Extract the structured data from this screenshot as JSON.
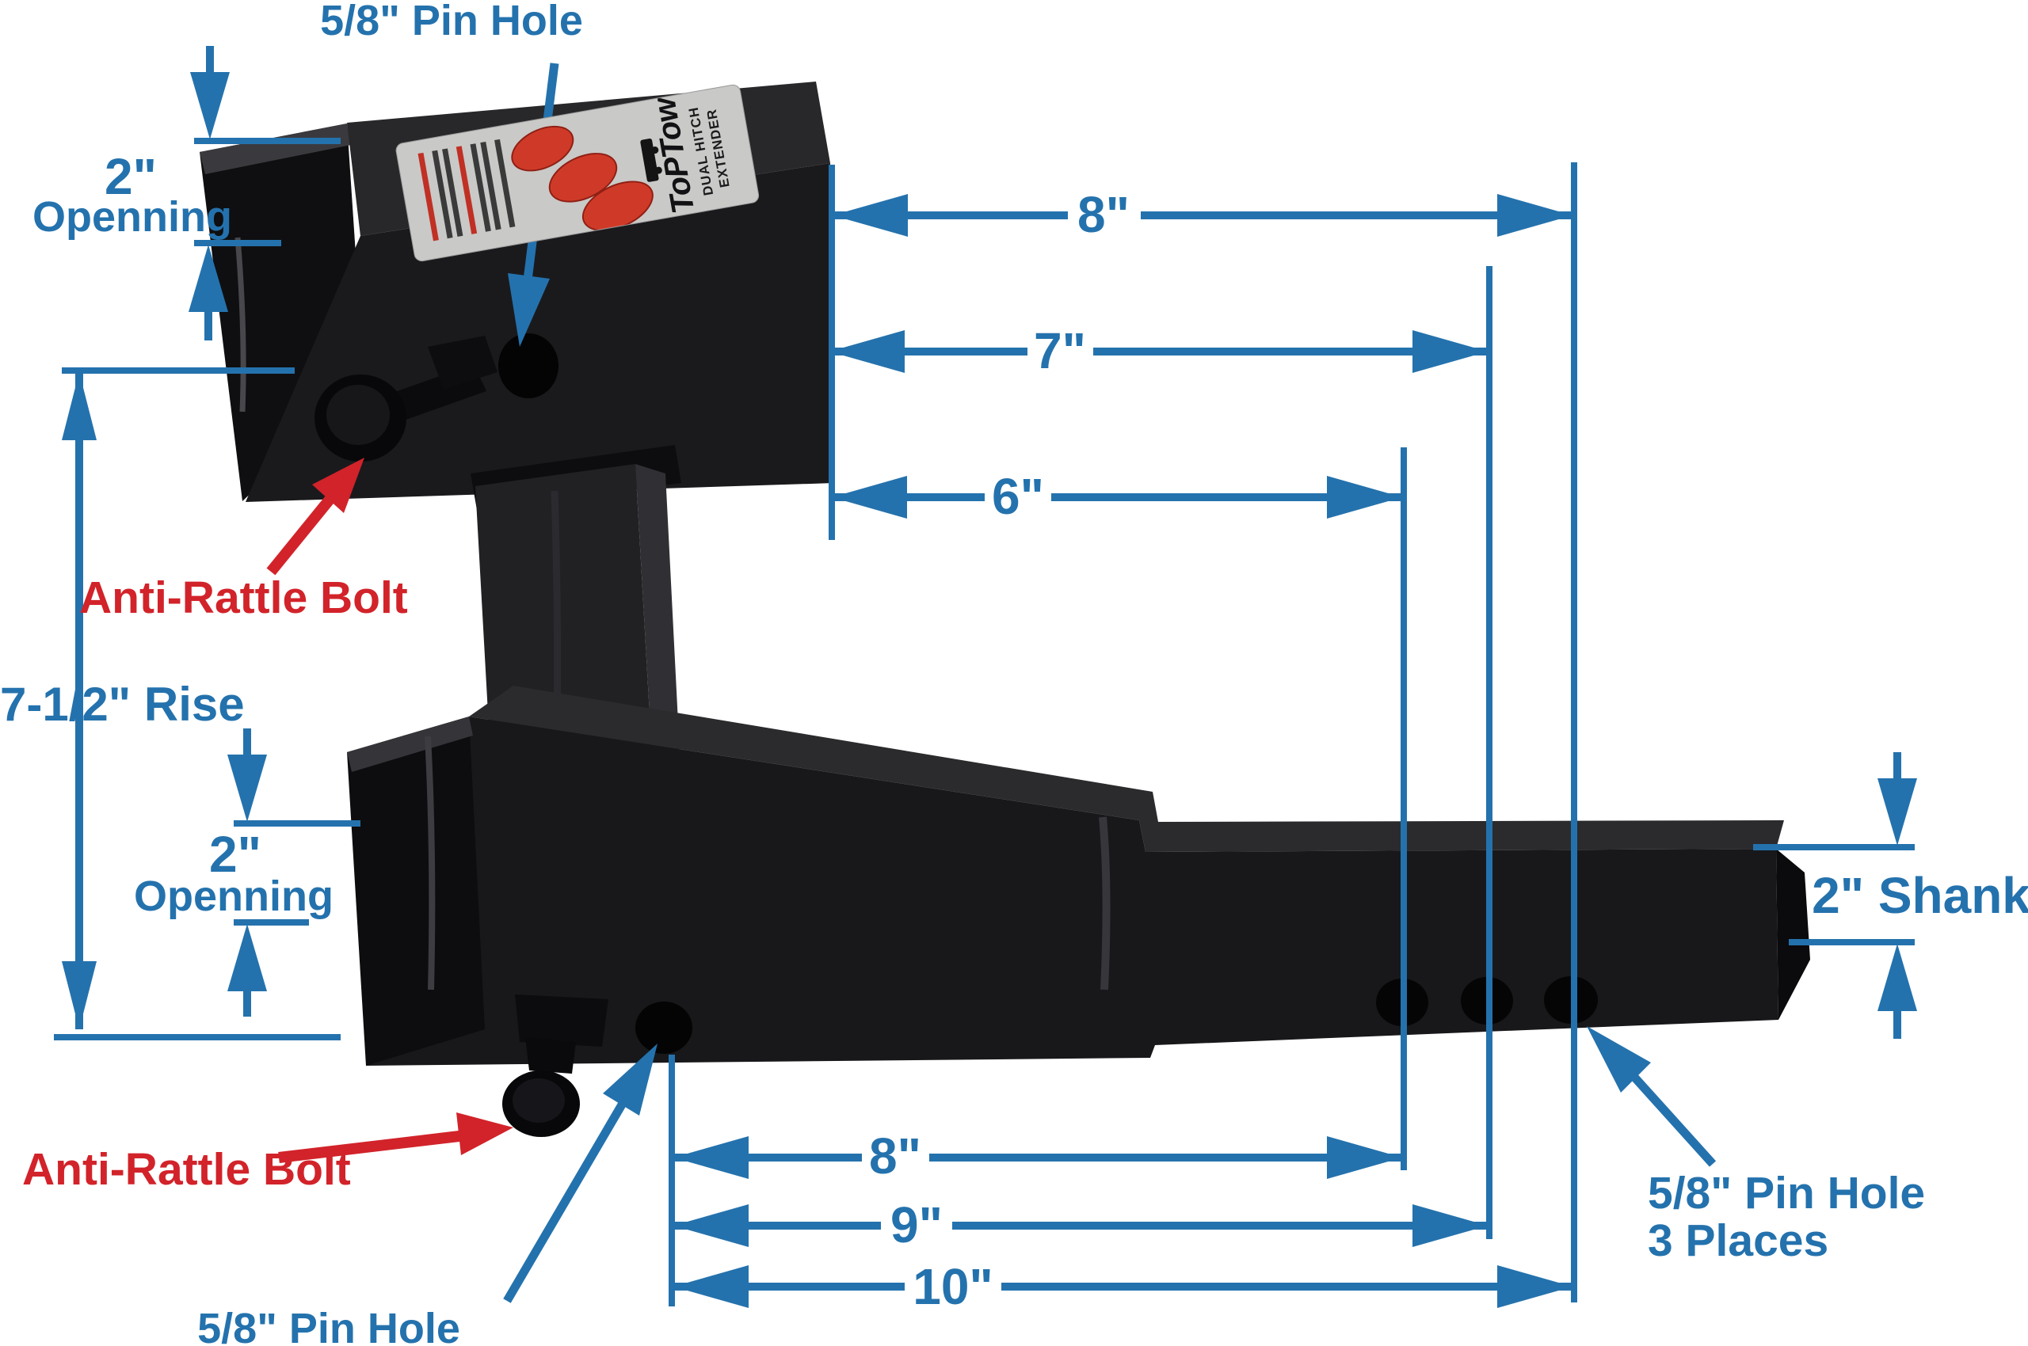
{
  "colors": {
    "annotation_blue": "#2472ad",
    "annotation_red": "#d2232a",
    "steel_dark": "#19191c"
  },
  "labels": {
    "pin_hole_top": "5/8\" Pin Hole",
    "opening_top_value": "2\"",
    "opening_top_word": "Openning",
    "dim_top_8": "8\"",
    "dim_top_7": "7\"",
    "dim_top_6": "6\"",
    "rise": "7-1/2\" Rise",
    "anti_rattle_upper": "Anti-Rattle Bolt",
    "opening_bottom_value": "2\"",
    "opening_bottom_word": "Openning",
    "anti_rattle_lower": "Anti-Rattle Bolt",
    "shank": "2\" Shank",
    "dim_bottom_8": "8\"",
    "dim_bottom_9": "9\"",
    "dim_bottom_10": "10\"",
    "pin_hole_bottom": "5/8\" Pin Hole",
    "pin_hole_3_line1": "5/8\" Pin Hole",
    "pin_hole_3_line2": "3 Places"
  },
  "sticker": {
    "brand": "ToPTow",
    "product_line1": "DUAL HITCH",
    "product_line2": "EXTENDER"
  }
}
